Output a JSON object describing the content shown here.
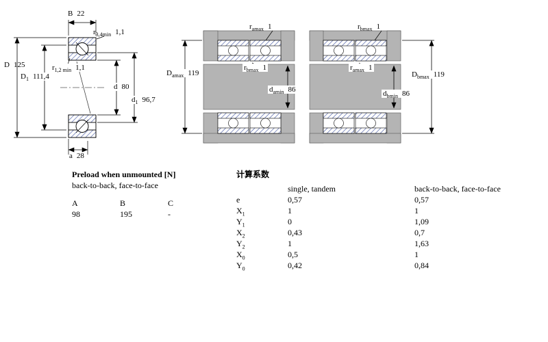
{
  "colors": {
    "hatch_blue": "#5566aa",
    "housing_gray": "#b4b4b4",
    "line_black": "#000000"
  },
  "left": {
    "B": {
      "main": "B",
      "sub": "",
      "value": "22"
    },
    "r34": {
      "main": "r",
      "sub": "3,4min",
      "value": "1,1"
    },
    "D": {
      "main": "D",
      "sub": "",
      "value": "125"
    },
    "D1": {
      "main": "D",
      "sub": "1",
      "value": "111,4"
    },
    "r12": {
      "main": "r",
      "sub": "1,2 min",
      "value": "1,1"
    },
    "d": {
      "main": "d",
      "sub": "",
      "value": "80"
    },
    "d1": {
      "main": "d",
      "sub": "1",
      "value": "96,7"
    },
    "a": {
      "main": "a",
      "sub": "",
      "value": "28"
    }
  },
  "mid": {
    "ramax": {
      "main": "r",
      "sub": "amax",
      "value": "1"
    },
    "Damax": {
      "main": "D",
      "sub": "amax",
      "value": "119"
    },
    "rbmax": {
      "main": "r",
      "sub": "bmax",
      "value": "1"
    },
    "damin": {
      "main": "d",
      "sub": "amin",
      "value": "86"
    }
  },
  "right": {
    "rbmax": {
      "main": "r",
      "sub": "bmax",
      "value": "1"
    },
    "ramax": {
      "main": "r",
      "sub": "amax",
      "value": "1"
    },
    "dbmin": {
      "main": "d",
      "sub": "bmin",
      "value": "86"
    },
    "Dbmax": {
      "main": "D",
      "sub": "bmax",
      "value": "119"
    }
  },
  "preload": {
    "title": "Preload when unmounted [N]",
    "subtitle": "back-to-back, face-to-face",
    "headers": [
      "A",
      "B",
      "C"
    ],
    "values": [
      "98",
      "195",
      "-"
    ]
  },
  "factors": {
    "title": "计算系数",
    "col_single": "single, tandem",
    "col_paired": "back-to-back, face-to-face",
    "rows": [
      {
        "main": "e",
        "sub": "",
        "single": "0,57",
        "paired": "0,57"
      },
      {
        "main": "X",
        "sub": "1",
        "single": "1",
        "paired": "1"
      },
      {
        "main": "Y",
        "sub": "1",
        "single": "0",
        "paired": "1,09"
      },
      {
        "main": "X",
        "sub": "2",
        "single": "0,43",
        "paired": "0,7"
      },
      {
        "main": "Y",
        "sub": "2",
        "single": "1",
        "paired": "1,63"
      },
      {
        "main": "X",
        "sub": "0",
        "single": "0,5",
        "paired": "1"
      },
      {
        "main": "Y",
        "sub": "0",
        "single": "0,42",
        "paired": "0,84"
      }
    ]
  }
}
